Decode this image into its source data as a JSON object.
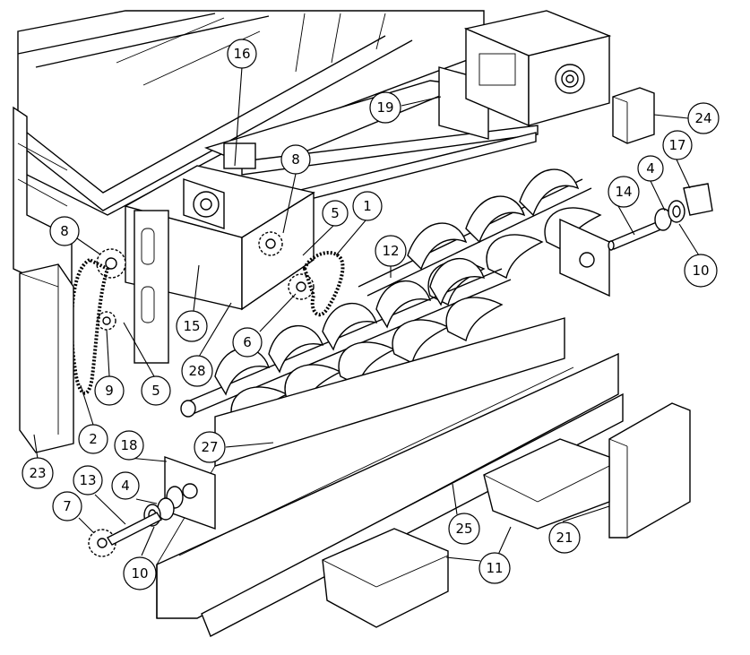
{
  "diagram": {
    "type": "exploded-assembly-drawing",
    "callouts": [
      {
        "id": "c16a",
        "label": "16"
      },
      {
        "id": "c19",
        "label": "19"
      },
      {
        "id": "c24",
        "label": "24"
      },
      {
        "id": "c17",
        "label": "17"
      },
      {
        "id": "c8a",
        "label": "8"
      },
      {
        "id": "c5a",
        "label": "5"
      },
      {
        "id": "c1",
        "label": "1"
      },
      {
        "id": "c4a",
        "label": "4"
      },
      {
        "id": "c14",
        "label": "14"
      },
      {
        "id": "c8b",
        "label": "8"
      },
      {
        "id": "c12",
        "label": "12"
      },
      {
        "id": "c10a",
        "label": "10"
      },
      {
        "id": "c15",
        "label": "15"
      },
      {
        "id": "c6",
        "label": "6"
      },
      {
        "id": "c28",
        "label": "28"
      },
      {
        "id": "c9",
        "label": "9"
      },
      {
        "id": "c5b",
        "label": "5"
      },
      {
        "id": "c2",
        "label": "2"
      },
      {
        "id": "c27",
        "label": "27"
      },
      {
        "id": "c18",
        "label": "18"
      },
      {
        "id": "c23",
        "label": "23"
      },
      {
        "id": "c13",
        "label": "13"
      },
      {
        "id": "c4b",
        "label": "4"
      },
      {
        "id": "c7",
        "label": "7"
      },
      {
        "id": "c25",
        "label": "25"
      },
      {
        "id": "c21",
        "label": "21"
      },
      {
        "id": "c11",
        "label": "11"
      },
      {
        "id": "c10b",
        "label": "10"
      }
    ]
  }
}
